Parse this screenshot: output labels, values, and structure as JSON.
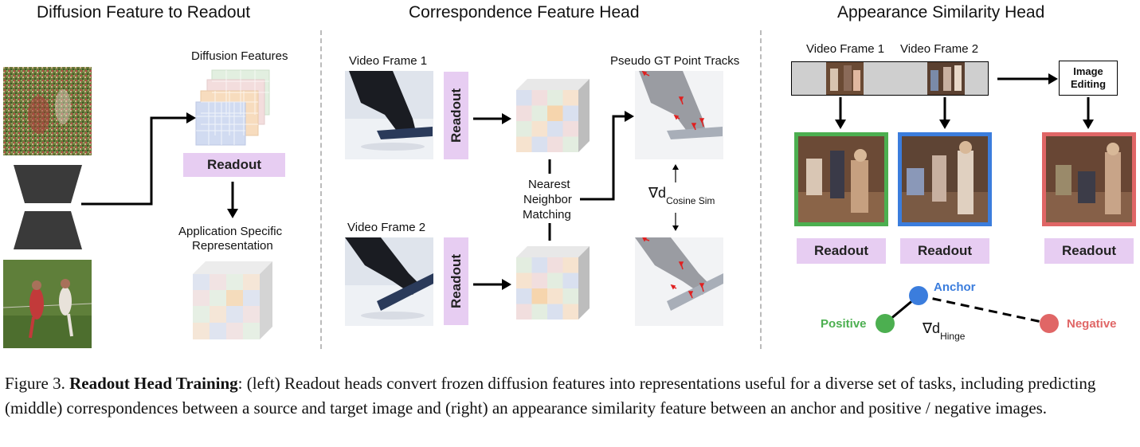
{
  "left": {
    "title": "Diffusion Feature to Readout",
    "features_label": "Diffusion Features",
    "readout_label": "Readout",
    "app_label_line1": "Application Specific",
    "app_label_line2": "Representation"
  },
  "middle": {
    "title": "Correspondence Feature Head",
    "frame1_label": "Video Frame 1",
    "frame2_label": "Video Frame 2",
    "readout_label": "Readout",
    "nn_line1": "Nearest",
    "nn_line2": "Neighbor",
    "nn_line3": "Matching",
    "pseudo_label": "Pseudo GT Point Tracks",
    "grad_symbol": "∇d",
    "grad_sub": "Cosine Sim"
  },
  "right": {
    "title": "Appearance Similarity Head",
    "frame1_label": "Video Frame 1",
    "frame2_label": "Video Frame 2",
    "editing_line1": "Image",
    "editing_line2": "Editing",
    "readout_label": "Readout",
    "anchor_label": "Anchor",
    "positive_label": "Positive",
    "negative_label": "Negative",
    "grad_symbol": "∇d",
    "grad_sub": "Hinge",
    "colors": {
      "positive": "#4caf50",
      "anchor": "#3b7ddd",
      "negative": "#e06666"
    }
  },
  "caption": {
    "prefix": "Figure 3. ",
    "bold": "Readout Head Training",
    "rest": ": (left) Readout heads convert frozen diffusion features into representations useful for a diverse set of tasks, including predicting (middle) correspondences between a source and target image and (right) an appearance similarity feature between an anchor and positive / negative images."
  }
}
